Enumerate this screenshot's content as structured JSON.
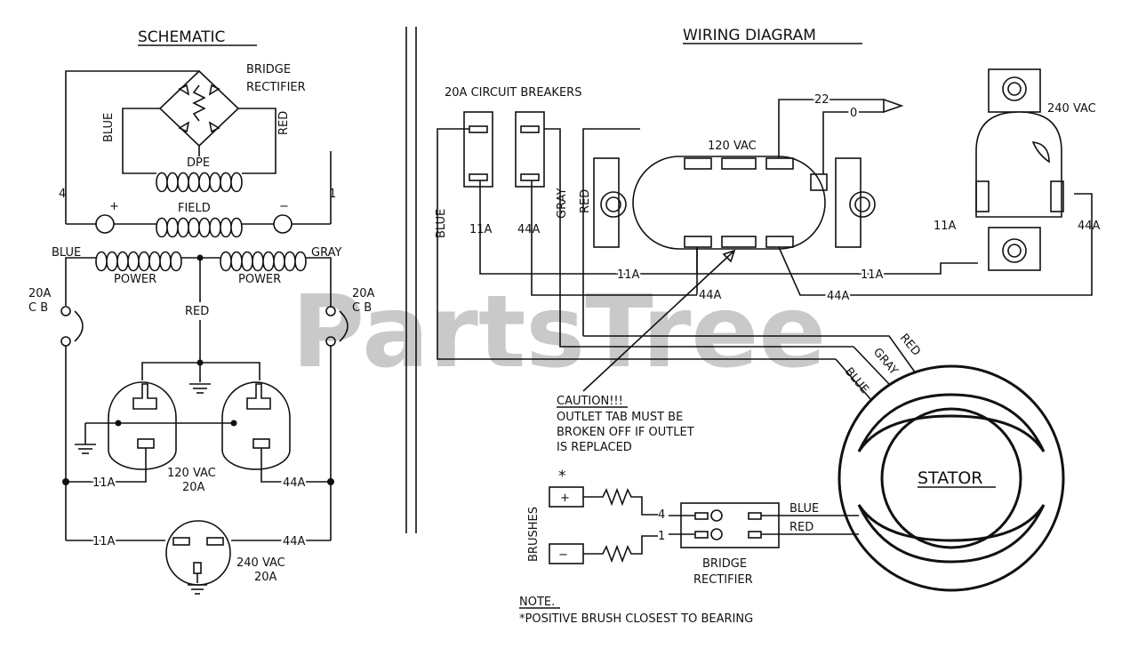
{
  "watermark": "PartsTree",
  "schematic": {
    "title": "SCHEMATIC",
    "bridge_rectifier": [
      "BRIDGE",
      "RECTIFIER"
    ],
    "blue": "BLUE",
    "red": "RED",
    "dpe": "DPE",
    "field": "FIELD",
    "plus": "+",
    "minus": "−",
    "wire_4": "4",
    "wire_1": "1",
    "blue_left": "BLUE",
    "gray_right": "GRAY",
    "power_left": "POWER",
    "power_right": "POWER",
    "cb_left": [
      "20A",
      "C B"
    ],
    "cb_right": [
      "20A",
      "C B"
    ],
    "red_center": "RED",
    "outlet_120": [
      "120 VAC",
      "20A"
    ],
    "w11a": "11A",
    "w44a": "44A",
    "outlet_240": [
      "240 VAC",
      "20A"
    ]
  },
  "wiring": {
    "title": "WIRING DIAGRAM",
    "breakers": "20A CIRCUIT BREAKERS",
    "wire_22": "22",
    "wire_0": "0",
    "vac120": "120 VAC",
    "vac240": "240 VAC",
    "blue": "BLUE",
    "gray": "GRAY",
    "red": "RED",
    "w11a": "11A",
    "w44a": "44A",
    "caution": [
      "CAUTION!!!",
      "OUTLET TAB MUST BE",
      "BROKEN OFF IF OUTLET",
      "IS REPLACED"
    ],
    "stator": "STATOR",
    "star": "*",
    "brushes": "BRUSHES",
    "plus": "+",
    "minus": "−",
    "wire_4": "4",
    "wire_1": "1",
    "bridge": [
      "BRIDGE",
      "RECTIFIER"
    ],
    "note": "NOTE.",
    "note_text": "*POSITIVE BRUSH CLOSEST TO BEARING"
  }
}
